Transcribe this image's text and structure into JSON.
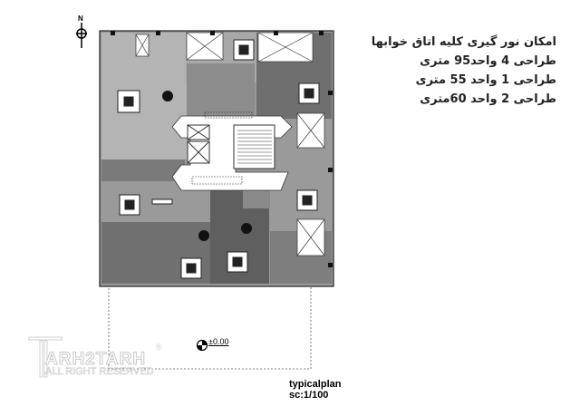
{
  "notes": {
    "lines": [
      "امکان نور گیری کلیه اتاق خوابها",
      "طراحی 4 واحد95 متری",
      "طراحی 1 واحد 55 متری",
      "طراحی 2 واحد 60متری"
    ]
  },
  "north_arrow": {
    "label": "N",
    "icon": "north-arrow-icon"
  },
  "level_mark": {
    "label": "±0.00",
    "icon": "level-benchmark-icon"
  },
  "caption": {
    "title": "typicalplan",
    "scale": "sc:1/100"
  },
  "watermark": {
    "brand": "ARH2TARH",
    "rights": "ALL RIGHT RESERVED",
    "mark": "®"
  },
  "colors": {
    "light_unit": "#b4b4b4",
    "mid_unit": "#8c8c8c",
    "dark_unit": "#6a6a6a",
    "core": "#ffffff"
  }
}
